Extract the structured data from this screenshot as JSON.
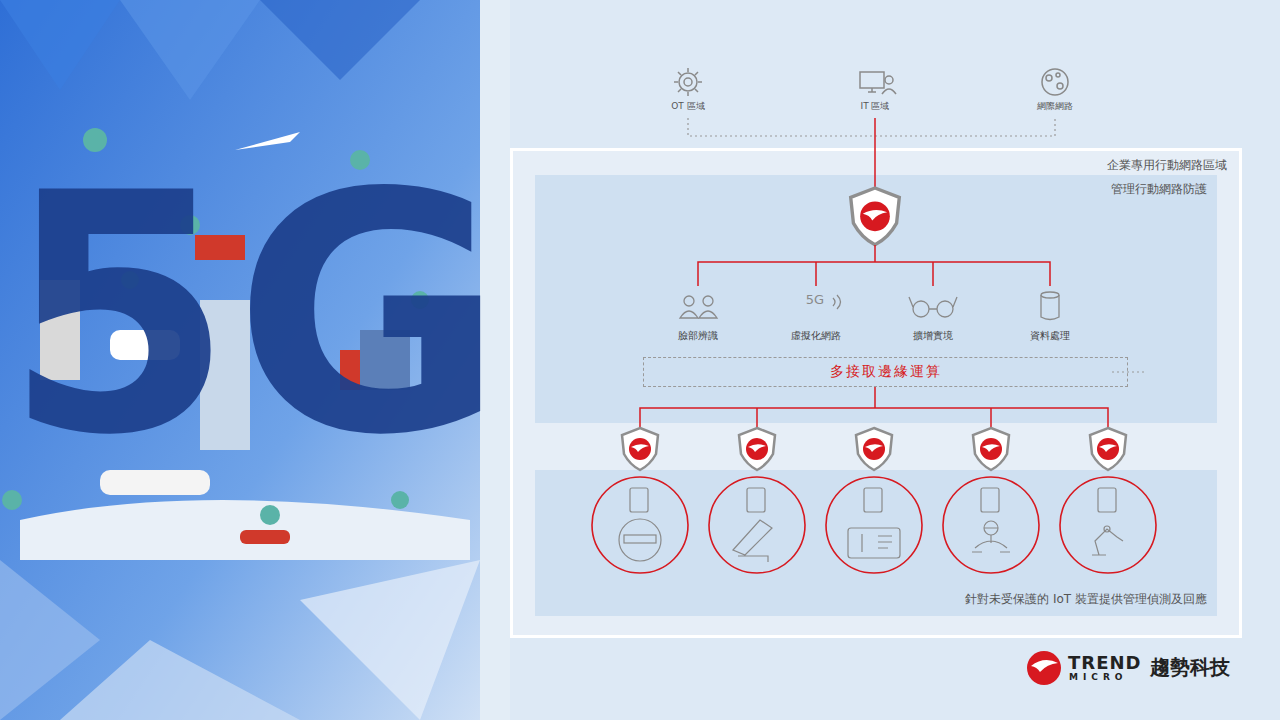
{
  "diagram": {
    "nodes": [
      {
        "text": [
          "企業專用行動網路區域"
        ]
      },
      {
        "text": [
          "管理行動網路防護"
        ],
        "in": 0
      },
      {
        "text": [
          "多接取邊緣運算"
        ],
        "in": 1
      },
      {
        "text": [
          "針對未受保護的 IoT 裝置提供管理偵測及回應"
        ],
        "in": 0
      }
    ],
    "labels": [
      "5G",
      "OT 區域",
      "IT 區域",
      "網際網路",
      "臉部辨識",
      "5G",
      "虛擬化網路",
      "擴增實境",
      "資料處理",
      "TREND",
      "MICRO",
      "趨勢科技"
    ]
  }
}
